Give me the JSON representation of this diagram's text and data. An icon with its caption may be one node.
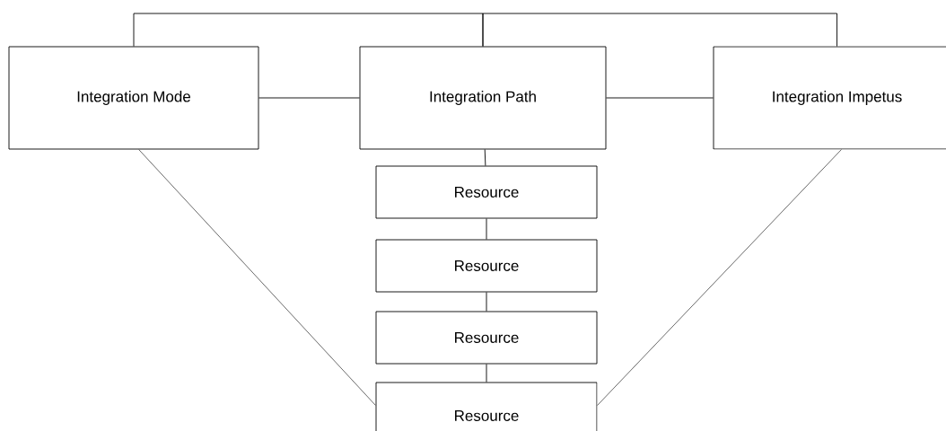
{
  "diagram": {
    "nodes": [
      {
        "text": [
          "Integration Mode"
        ]
      },
      {
        "text": [
          "Integration Path"
        ]
      },
      {
        "text": [
          "Integration Impetus"
        ]
      },
      {
        "text": [
          "Resource"
        ]
      },
      {
        "text": [
          "Resource"
        ]
      },
      {
        "text": [
          "Resource"
        ]
      },
      {
        "text": [
          "Resource"
        ]
      }
    ],
    "edges": [
      {
        "from": 0,
        "to": 1,
        "arrow": "none"
      },
      {
        "from": 1,
        "to": 2,
        "arrow": "none"
      },
      {
        "from": 1,
        "to": 0,
        "arrow": "none"
      },
      {
        "from": 1,
        "to": 2,
        "arrow": "none"
      },
      {
        "from": 1,
        "to": 3,
        "arrow": "none"
      },
      {
        "from": 3,
        "to": 4,
        "arrow": "none"
      },
      {
        "from": 4,
        "to": 5,
        "arrow": "none"
      },
      {
        "from": 5,
        "to": 6,
        "arrow": "none"
      },
      {
        "from": 0,
        "to": 6,
        "arrow": "none",
        "color": "#595959"
      },
      {
        "from": 2,
        "to": 6,
        "arrow": "none",
        "color": "#595959"
      }
    ]
  }
}
